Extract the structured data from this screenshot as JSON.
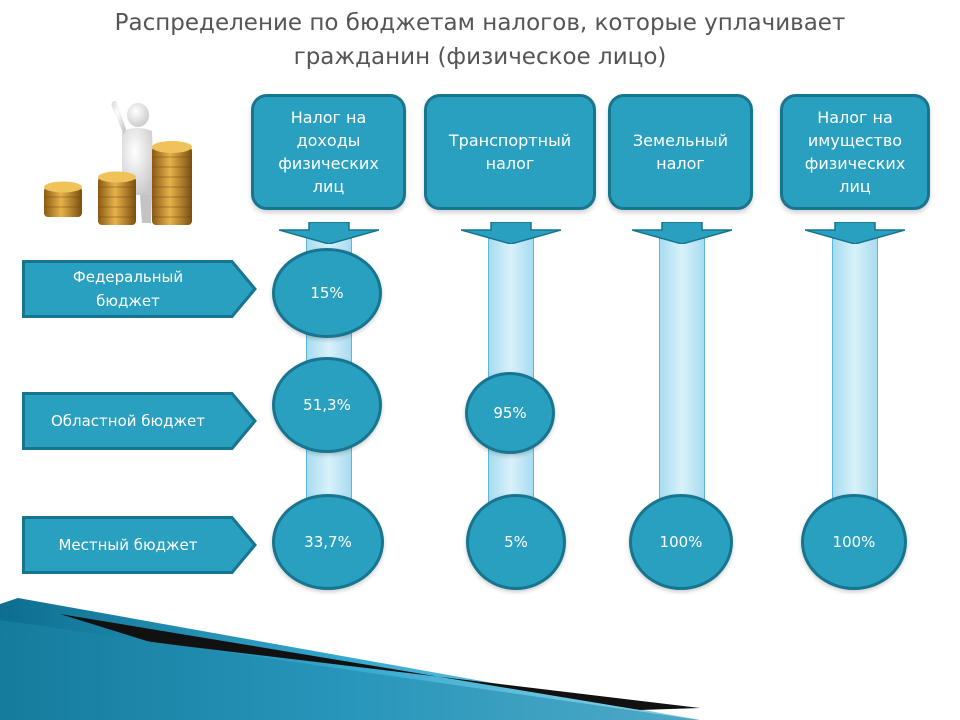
{
  "title": "Распределение по бюджетам налогов, которые уплачивает\nгражданин (физическое лицо)",
  "taxes": [
    {
      "label": "Налог на\nдоходы\nфизических\nлиц"
    },
    {
      "label": "Транспортный\nналог"
    },
    {
      "label": "Земельный\nналог"
    },
    {
      "label": "Налог на\nимущество\nфизических\nлиц"
    }
  ],
  "budgets": [
    {
      "label": "Федеральный\nбюджет"
    },
    {
      "label": "Областной бюджет"
    },
    {
      "label": "Местный бюджет"
    }
  ],
  "shares": {
    "income_federal": "15%",
    "income_regional": "51,3%",
    "income_local": "33,7%",
    "transport_regional": "95%",
    "transport_local": "5%",
    "land_local": "100%",
    "property_local": "100%"
  },
  "colors": {
    "accent": "#2aa0c0",
    "accent_border": "#17758f",
    "column": "#cdeaf5",
    "title_text": "#555555"
  }
}
